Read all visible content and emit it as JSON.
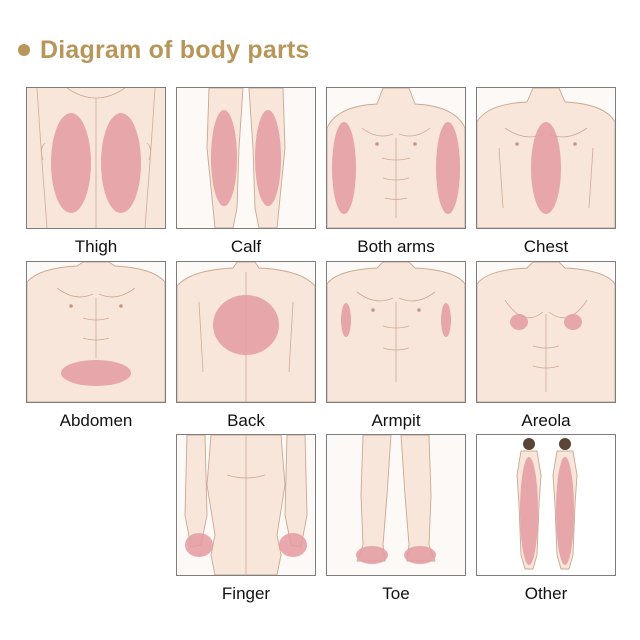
{
  "header": {
    "title": "Diagram of body parts"
  },
  "colors": {
    "accent": "#b8965a",
    "highlight": "#e49aa0",
    "skin": "#f8e6da"
  },
  "parts": [
    {
      "label": "Thigh"
    },
    {
      "label": "Calf"
    },
    {
      "label": "Both arms"
    },
    {
      "label": "Chest"
    },
    {
      "label": "Abdomen"
    },
    {
      "label": "Back"
    },
    {
      "label": "Armpit"
    },
    {
      "label": "Areola"
    },
    {
      "label": "Finger"
    },
    {
      "label": "Toe"
    },
    {
      "label": "Other"
    }
  ]
}
